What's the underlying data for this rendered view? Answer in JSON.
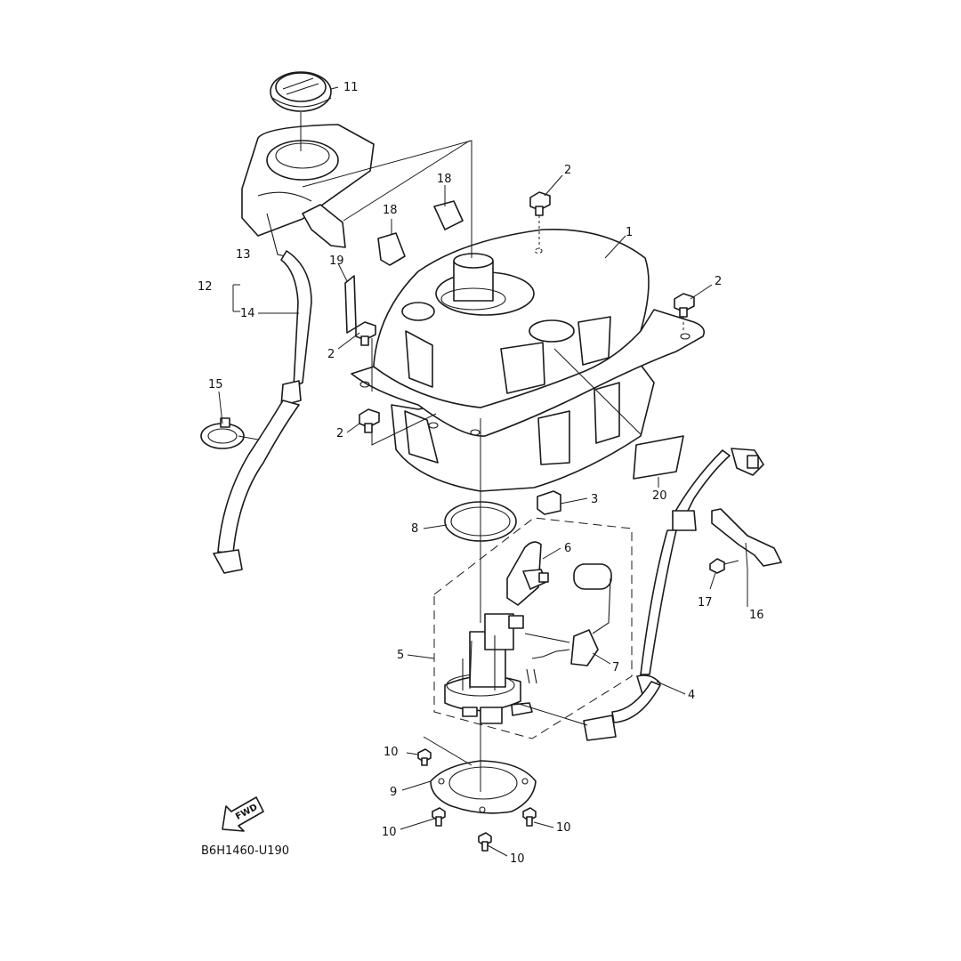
{
  "diagram_code": "B6H1460-U190",
  "fwd_label": "FWD",
  "callouts": {
    "p1": "1",
    "p2a": "2",
    "p2b": "2",
    "p2c": "2",
    "p2d": "2",
    "p3": "3",
    "p4": "4",
    "p5": "5",
    "p6": "6",
    "p7": "7",
    "p8": "8",
    "p9": "9",
    "p10a": "10",
    "p10b": "10",
    "p10c": "10",
    "p10d": "10",
    "p11": "11",
    "p12": "12",
    "p13": "13",
    "p14": "14",
    "p15": "15",
    "p16": "16",
    "p17": "17",
    "p18a": "18",
    "p18b": "18",
    "p19": "19",
    "p20": "20"
  },
  "icons": {
    "fwd_arrow": "forward-direction-arrow-icon"
  },
  "colors": {
    "line": "#1a1a1a",
    "background": "#ffffff"
  }
}
